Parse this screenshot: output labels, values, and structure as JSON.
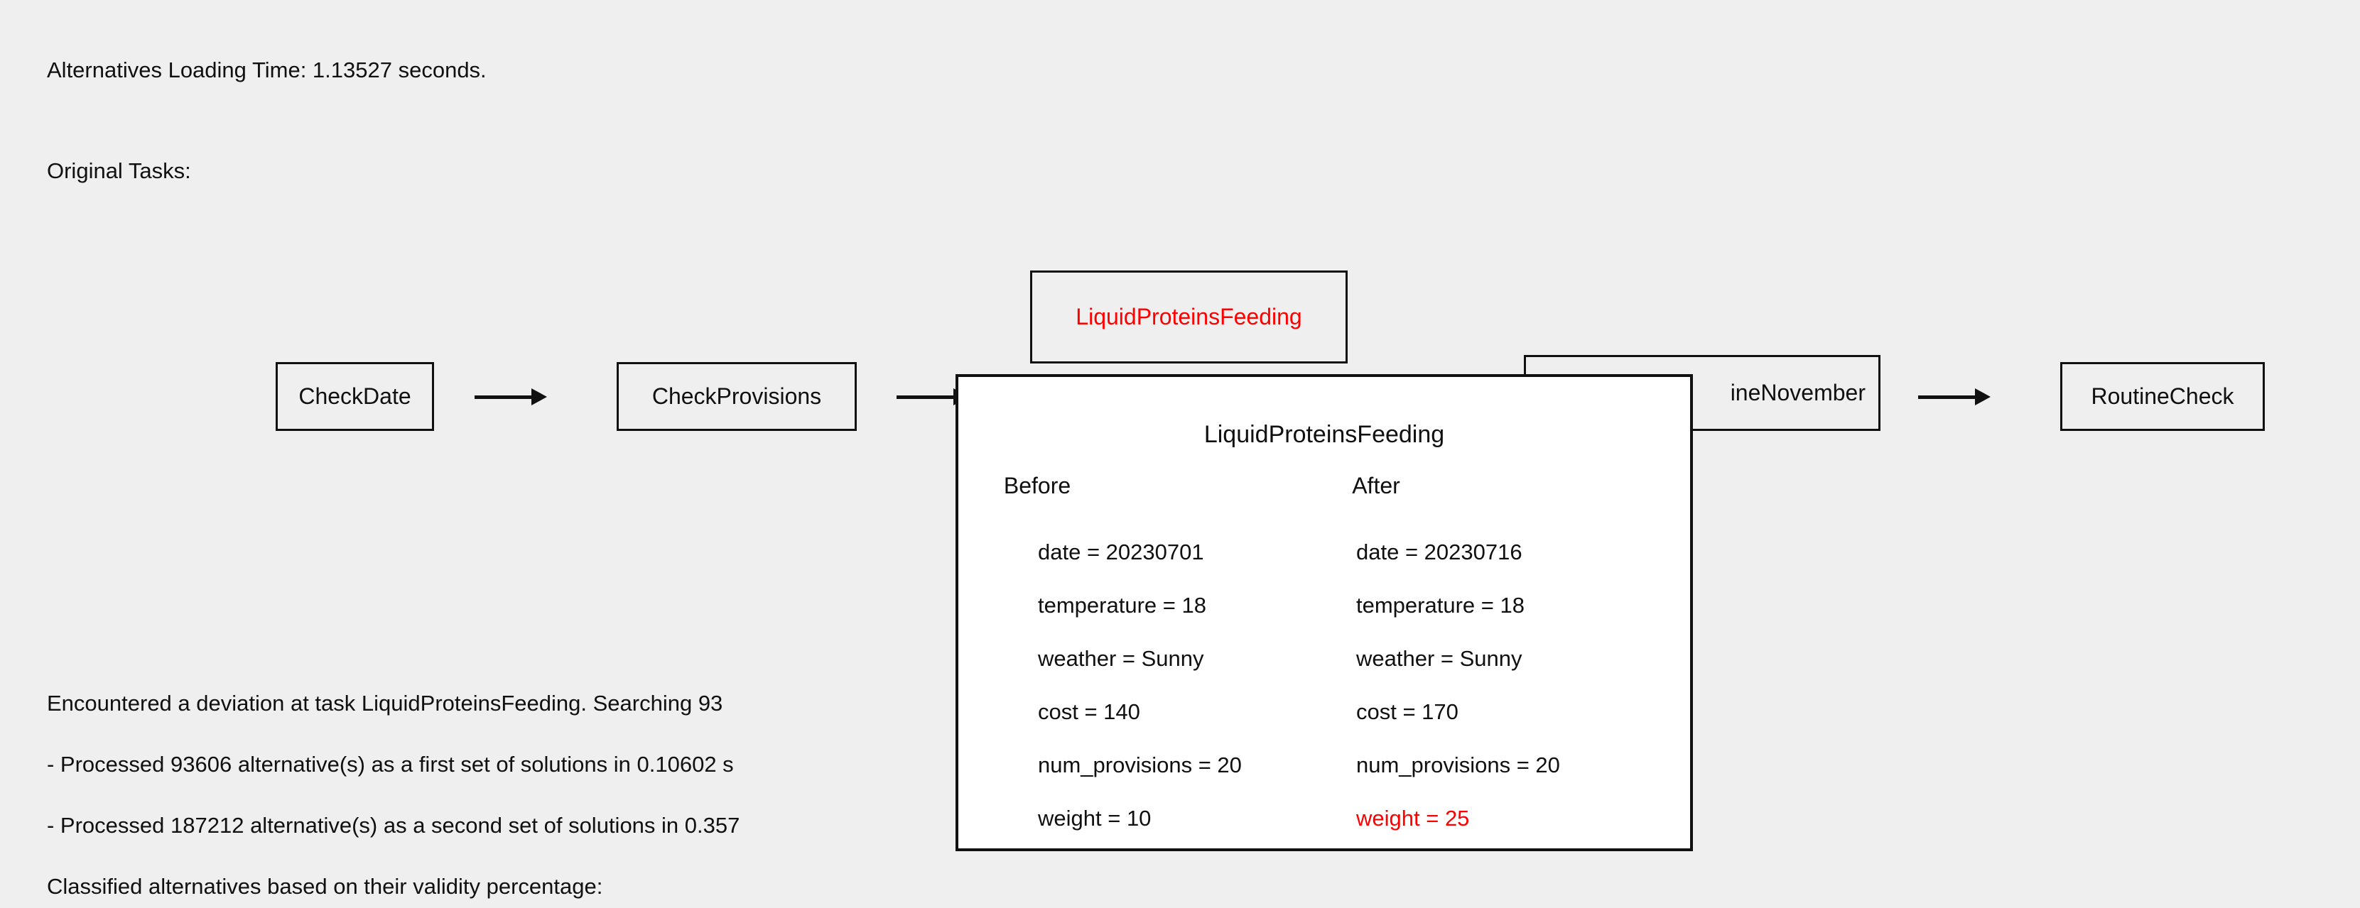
{
  "log": {
    "loading_time": "Alternatives Loading Time: 1.13527 seconds.",
    "original_tasks_label": "Original Tasks:",
    "deviation": "Encountered a deviation at task LiquidProteinsFeeding. Searching 93",
    "first_set": "- Processed 93606 alternative(s) as a first set of solutions in 0.10602 s",
    "second_set": "- Processed 187212 alternative(s) as a second set of solutions in 0.357",
    "classified": "Classified alternatives based on their validity percentage:"
  },
  "flow": {
    "tasks": [
      {
        "label": "CheckDate"
      },
      {
        "label": "CheckProvisions"
      },
      {
        "label": "ineNovember"
      },
      {
        "label": "RoutineCheck"
      }
    ],
    "deviated_task": {
      "label": "LiquidProteinsFeeding",
      "color": "#ff0000"
    }
  },
  "popup": {
    "title": "LiquidProteinsFeeding",
    "col_before": "Before",
    "col_after": "After",
    "before": [
      "date = 20230701",
      "temperature = 18",
      "weather = Sunny",
      "cost = 140",
      "num_provisions = 20",
      "weight = 10"
    ],
    "after": [
      "date = 20230716",
      "temperature = 18",
      "weather = Sunny",
      "cost = 170",
      "num_provisions = 20",
      "weight = 25"
    ],
    "changed_rows_after": [
      5
    ],
    "changed_color": "#ff0000"
  }
}
